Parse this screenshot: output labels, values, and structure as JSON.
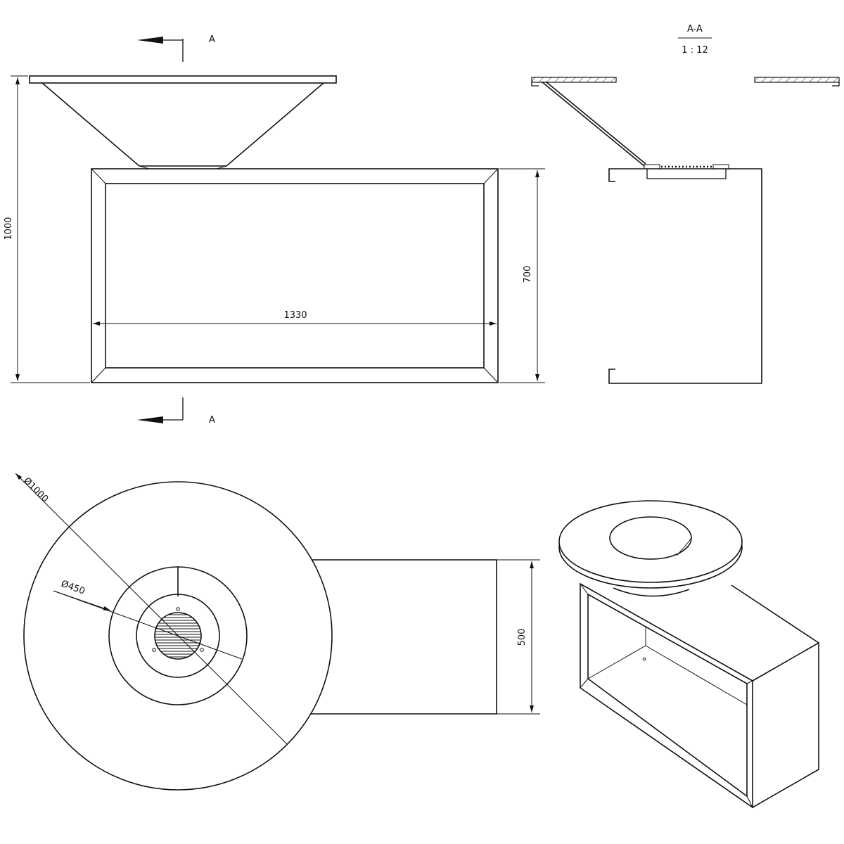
{
  "drawing": {
    "section_marker": "A",
    "section_title": "A-A",
    "section_scale": "1 : 12",
    "dims": {
      "overall_height": "1000",
      "cabinet_width": "1330",
      "cabinet_height": "700",
      "cabinet_depth": "500",
      "plate_diameter": "Ø1000",
      "opening_diameter": "Ø450"
    }
  }
}
